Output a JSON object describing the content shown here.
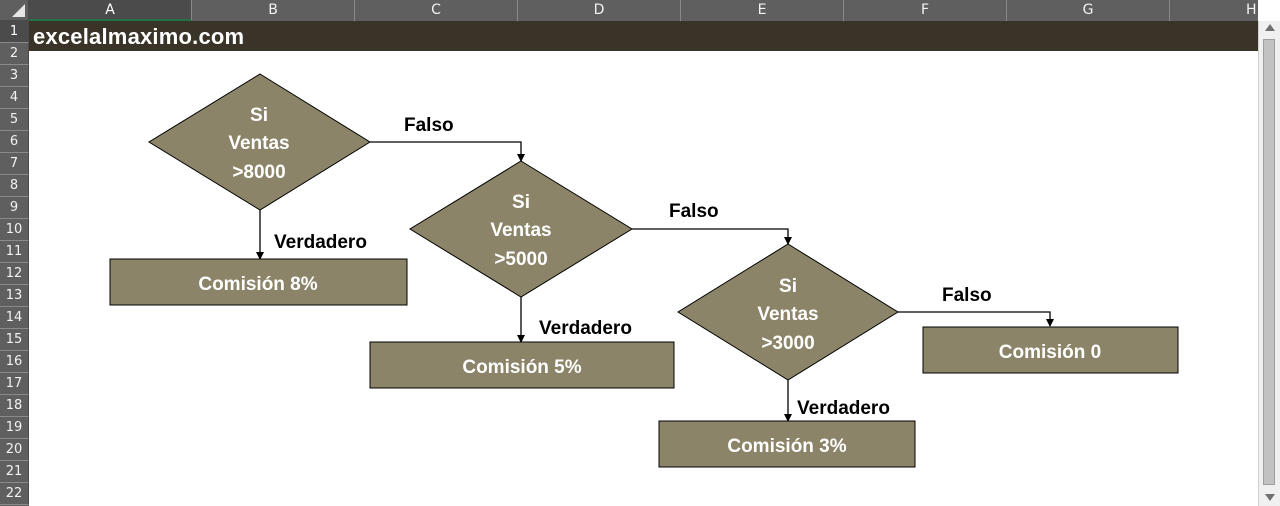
{
  "sheet": {
    "columns": [
      "A",
      "B",
      "C",
      "D",
      "E",
      "F",
      "G",
      "H"
    ],
    "rows": [
      "1",
      "2",
      "3",
      "4",
      "5",
      "6",
      "7",
      "8",
      "9",
      "10",
      "11",
      "12",
      "13",
      "14",
      "15",
      "16",
      "17",
      "18",
      "19",
      "20",
      "21",
      "22"
    ],
    "selected_cell": "A1",
    "banner_text": "excelalmaximo.com"
  },
  "colors": {
    "header_bg": "#5f5f5f",
    "banner_bg": "#3a3428",
    "shape_fill": "#8b8468",
    "shape_text": "#ffffff",
    "label_text": "#000000"
  },
  "flowchart": {
    "decisions": [
      {
        "line1": "Si",
        "line2": "Ventas",
        "line3": ">8000"
      },
      {
        "line1": "Si",
        "line2": "Ventas",
        "line3": ">5000"
      },
      {
        "line1": "Si",
        "line2": "Ventas",
        "line3": ">3000"
      }
    ],
    "results": [
      {
        "label": "Comisión 8%"
      },
      {
        "label": "Comisión 5%"
      },
      {
        "label": "Comisión 3%"
      },
      {
        "label": "Comisión 0"
      }
    ],
    "true_label": "Verdadero",
    "false_label": "Falso"
  }
}
